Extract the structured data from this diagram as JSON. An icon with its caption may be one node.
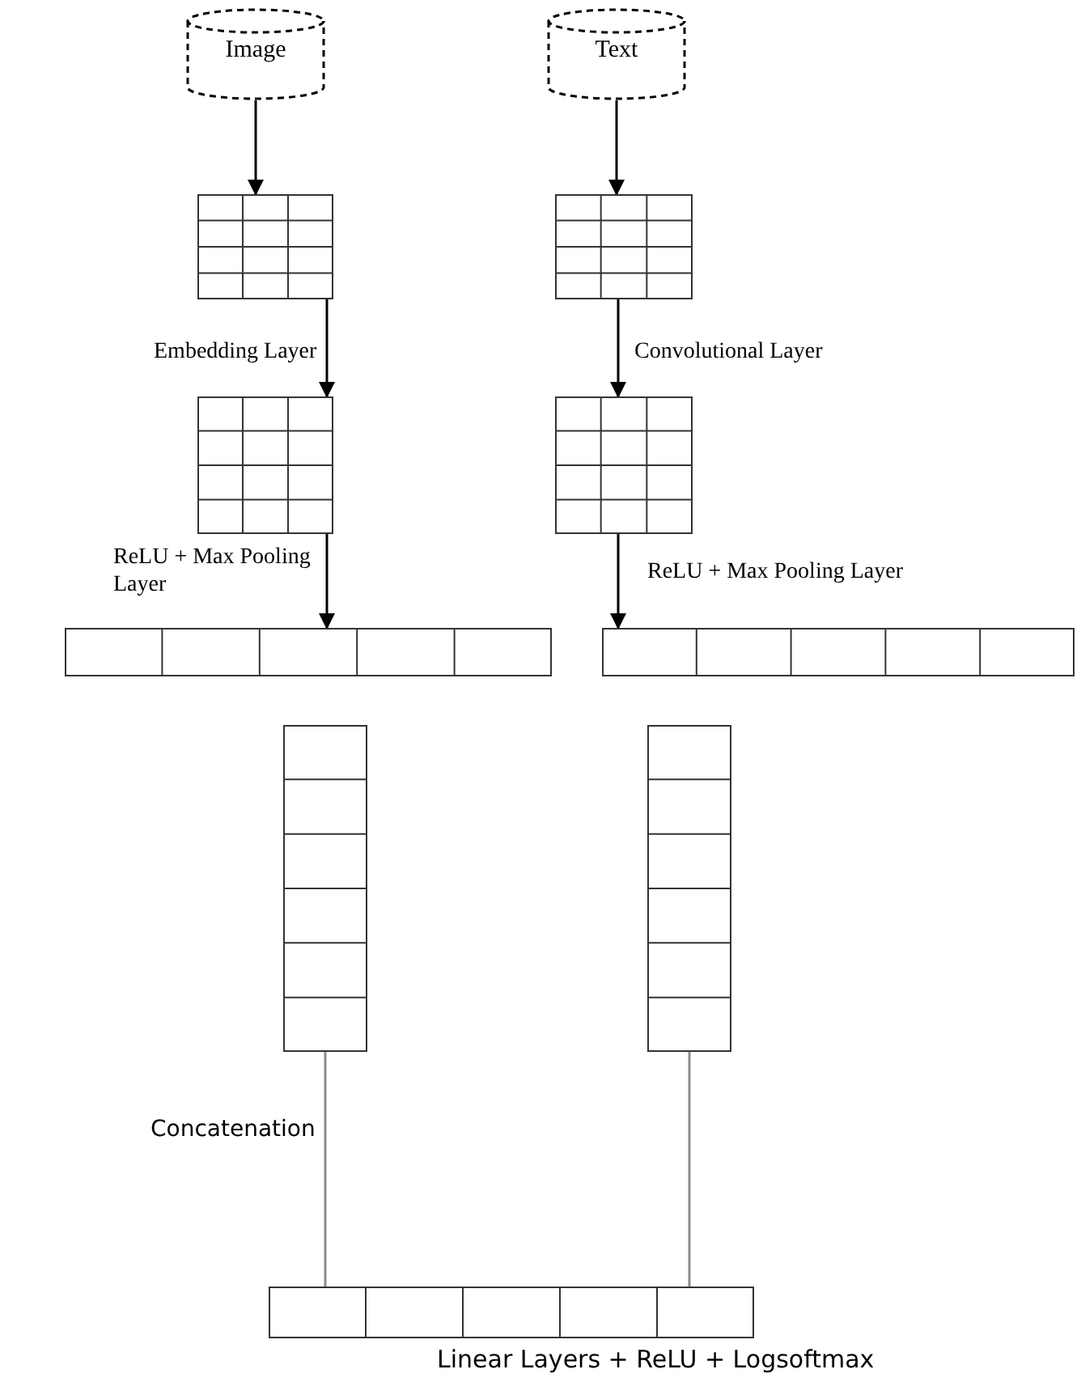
{
  "diagram": {
    "nodes": [
      {
        "text": [
          "Image"
        ]
      },
      {
        "text": [
          "Text"
        ]
      },
      {
        "text": [],
        "shape": "box"
      },
      {
        "text": [],
        "shape": "box"
      },
      {
        "text": [],
        "shape": "box"
      },
      {
        "text": [],
        "shape": "box"
      },
      {
        "text": [],
        "shape": "bar"
      },
      {
        "text": [],
        "shape": "bar"
      },
      {
        "text": [],
        "shape": "bar"
      },
      {
        "text": [],
        "shape": "bar"
      },
      {
        "text": [],
        "shape": "bar",
        "beside": [
          "Linear Layers + ReLU + Logsoftmax"
        ]
      }
    ],
    "edges": [
      {
        "from": 0,
        "to": 2,
        "arrow": "to"
      },
      {
        "from": 1,
        "to": 3,
        "arrow": "to"
      },
      {
        "from": 2,
        "to": 4,
        "arrow": "to",
        "label": "Embedding Layer"
      },
      {
        "from": 3,
        "to": 5,
        "arrow": "to",
        "label": "Convolutional Layer"
      },
      {
        "from": 4,
        "to": 6,
        "arrow": "to",
        "label": "ReLU + Max Pooling Layer"
      },
      {
        "from": 5,
        "to": 7,
        "arrow": "to",
        "label": "ReLU + Max Pooling Layer"
      },
      {
        "from": 8,
        "to": 10,
        "arrow": "none",
        "label": "Concatenation",
        "color": "#8c8c8c"
      },
      {
        "from": 9,
        "to": 10,
        "arrow": "none",
        "color": "#8c8c8c"
      }
    ]
  }
}
